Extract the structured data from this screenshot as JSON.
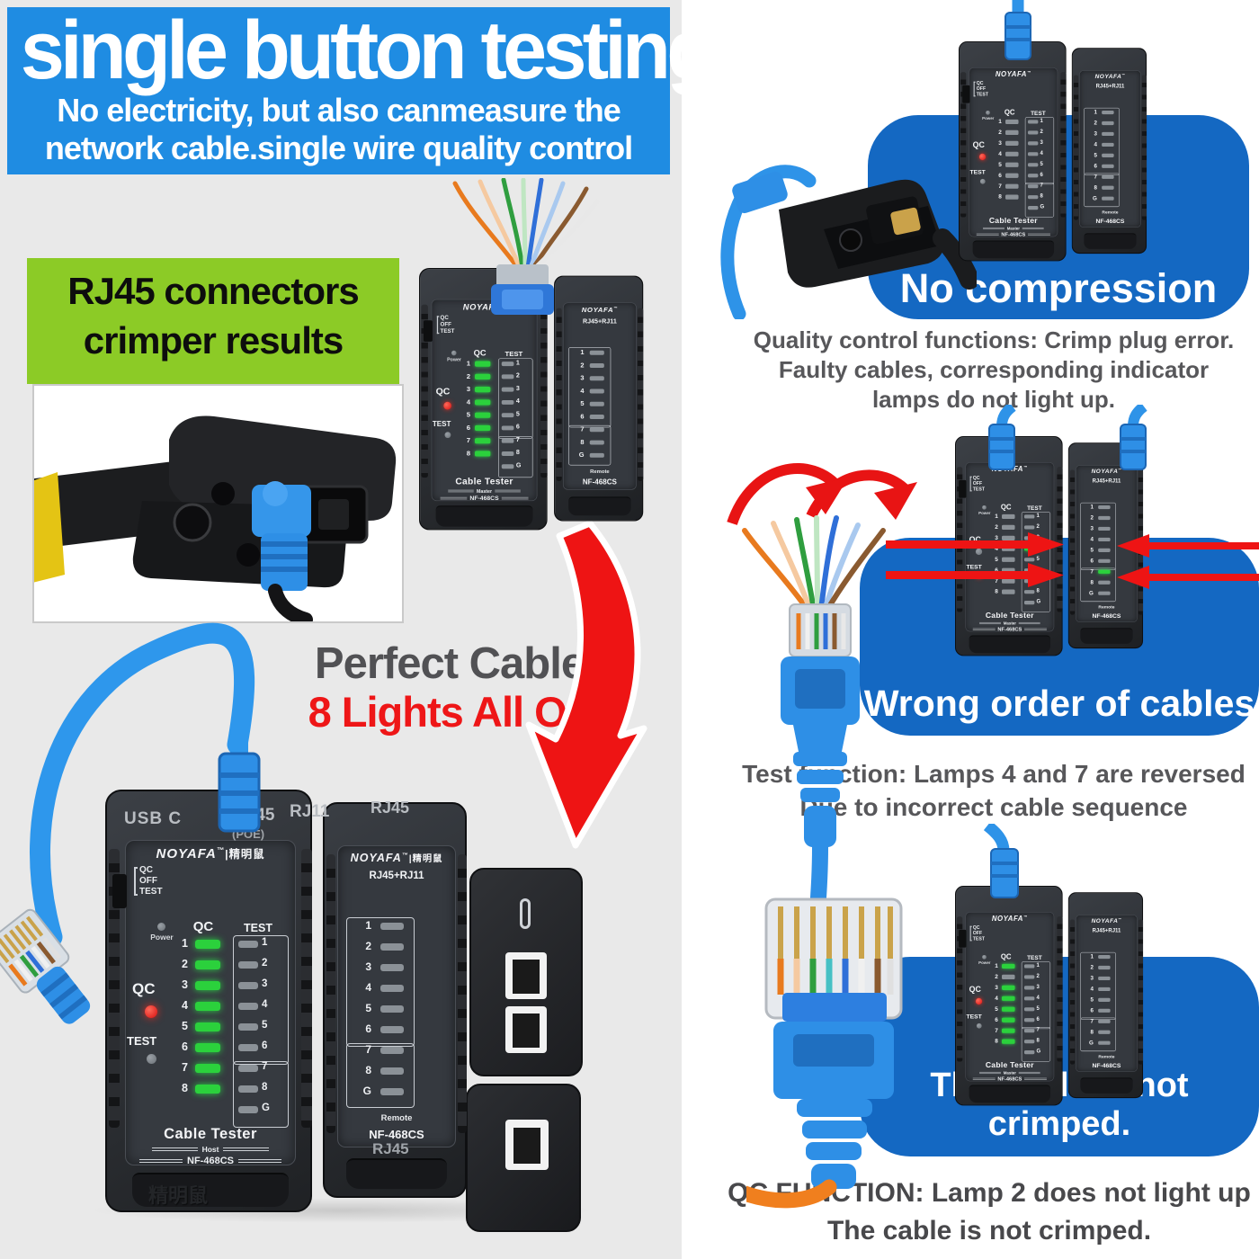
{
  "colors": {
    "banner_blue": "#1f8ce2",
    "highlight_blue": "#1468c2",
    "callout_green": "#8ccb26",
    "accent_red": "#ee1414",
    "lamp_green": "#2bd13c",
    "device_body": "#2a2d31",
    "page_gray": "#e9e9e9"
  },
  "banner": {
    "title": "single button testing",
    "sub1": "No electricity, but also canmeasure the",
    "sub2": "network cable.single wire quality control"
  },
  "green_box": {
    "line1": "RJ45 connectors",
    "line2": "crimper results"
  },
  "perfect": {
    "line1": "Perfect Cable",
    "line2": "8 Lights All On"
  },
  "sections": [
    {
      "label": "No compression",
      "desc": [
        "Quality control functions: Crimp plug error.",
        "Faulty cables, corresponding indicator",
        "lamps do not light up."
      ]
    },
    {
      "label": "Wrong order of cables",
      "desc": [
        "Test function: Lamps 4 and 7 are reversed",
        "Due to incorrect cable sequence"
      ]
    },
    {
      "label": "The cable is not crimped.",
      "desc": [
        "QC FUNCTION: Lamp 2 does not light up",
        "The cable is not crimped."
      ]
    }
  ],
  "tester_shared": {
    "brand": "NOYAFA",
    "brand_tm": "™",
    "brand_cn": "精明鼠",
    "switch": [
      "QC",
      "OFF",
      "TEST"
    ],
    "power": "Power",
    "qc": "QC",
    "test": "TEST",
    "rows": [
      "1",
      "2",
      "3",
      "4",
      "5",
      "6",
      "7",
      "8"
    ],
    "ground": "G",
    "footer_title": "Cable Tester",
    "model": "NF-468CS",
    "remote_header": "RJ45+RJ11",
    "remote_label": "Remote"
  },
  "testers": {
    "mid": {
      "master_sub": "Master",
      "show_cn": false,
      "qc_lamps": [
        1,
        1,
        1,
        1,
        1,
        1,
        1,
        1
      ],
      "test_lamps": [
        0,
        0,
        0,
        0,
        0,
        0,
        0,
        0,
        0
      ],
      "remote_lamps": [
        0,
        0,
        0,
        0,
        0,
        0,
        0,
        0,
        0
      ],
      "qc_led": "on",
      "test_led": "off"
    },
    "s1": {
      "master_sub": "Master",
      "show_cn": false,
      "qc_lamps": [
        0,
        0,
        0,
        0,
        0,
        0,
        0,
        0
      ],
      "test_lamps": [
        0,
        0,
        0,
        0,
        0,
        0,
        0,
        0,
        0
      ],
      "remote_lamps": [
        0,
        0,
        0,
        0,
        0,
        0,
        0,
        0,
        0
      ],
      "qc_led": "on",
      "test_led": "off"
    },
    "s2": {
      "master_sub": "Master",
      "show_cn": false,
      "qc_lamps": [
        0,
        0,
        0,
        0,
        0,
        0,
        0,
        0
      ],
      "test_lamps": [
        0,
        0,
        0,
        1,
        0,
        0,
        0,
        0,
        0
      ],
      "remote_lamps": [
        0,
        0,
        0,
        0,
        0,
        0,
        1,
        0,
        0
      ],
      "qc_led": "off",
      "test_led": "on"
    },
    "s3": {
      "master_sub": "Master",
      "show_cn": false,
      "qc_lamps": [
        1,
        0,
        1,
        1,
        1,
        1,
        1,
        1
      ],
      "test_lamps": [
        0,
        0,
        0,
        0,
        0,
        0,
        0,
        0,
        0
      ],
      "remote_lamps": [
        0,
        0,
        0,
        0,
        0,
        0,
        0,
        0,
        0
      ],
      "qc_led": "on",
      "test_led": "off"
    },
    "big": {
      "master_sub": "Host",
      "show_cn": true,
      "top_labels": [
        "USB C",
        "RJ45",
        "(POE)",
        "RJ11"
      ],
      "remote_top": "RJ45",
      "remote_bottom": "RJ45",
      "qc_lamps": [
        1,
        1,
        1,
        1,
        1,
        1,
        1,
        1
      ],
      "test_lamps": [
        0,
        0,
        0,
        0,
        0,
        0,
        0,
        0,
        0
      ],
      "remote_lamps": [
        0,
        0,
        0,
        0,
        0,
        0,
        0,
        0,
        0
      ],
      "qc_led": "on",
      "test_led": "off"
    }
  }
}
